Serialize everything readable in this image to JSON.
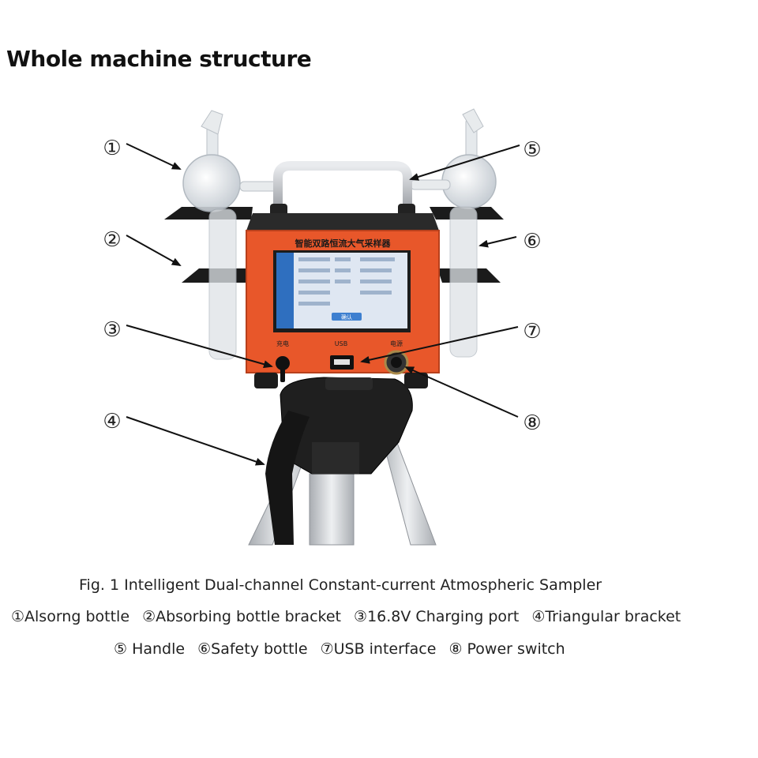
{
  "heading": "Whole machine structure",
  "device": {
    "panel_title": "智能双路恒流大气采样器",
    "port_label_charge": "充电",
    "port_label_usb": "USB",
    "port_label_power": "电源",
    "screen_button": "确认"
  },
  "callouts": [
    "①",
    "②",
    "③",
    "④",
    "⑤",
    "⑥",
    "⑦",
    "⑧"
  ],
  "figure_caption": "Fig. 1 Intelligent Dual-channel Constant-current Atmospheric Sampler",
  "legend_line_1": [
    "①Alsorng bottle",
    "②Absorbing bottle bracket",
    "③16.8V Charging port",
    "④Triangular bracket"
  ],
  "legend_line_2": [
    "⑤  Handle",
    "⑥Safety bottle",
    "⑦USB interface",
    "⑧  Power switch"
  ],
  "colors": {
    "device_body": "#e8572a",
    "device_border": "#b8401c",
    "screen_frame": "#1c1c1c",
    "screen_bg": "#dfe7f2",
    "screen_sidebar": "#2f6fbf",
    "tripod_head": "#1a1a1a",
    "tripod_leg": "#c9ccd0",
    "glass": "#d7dde3"
  }
}
